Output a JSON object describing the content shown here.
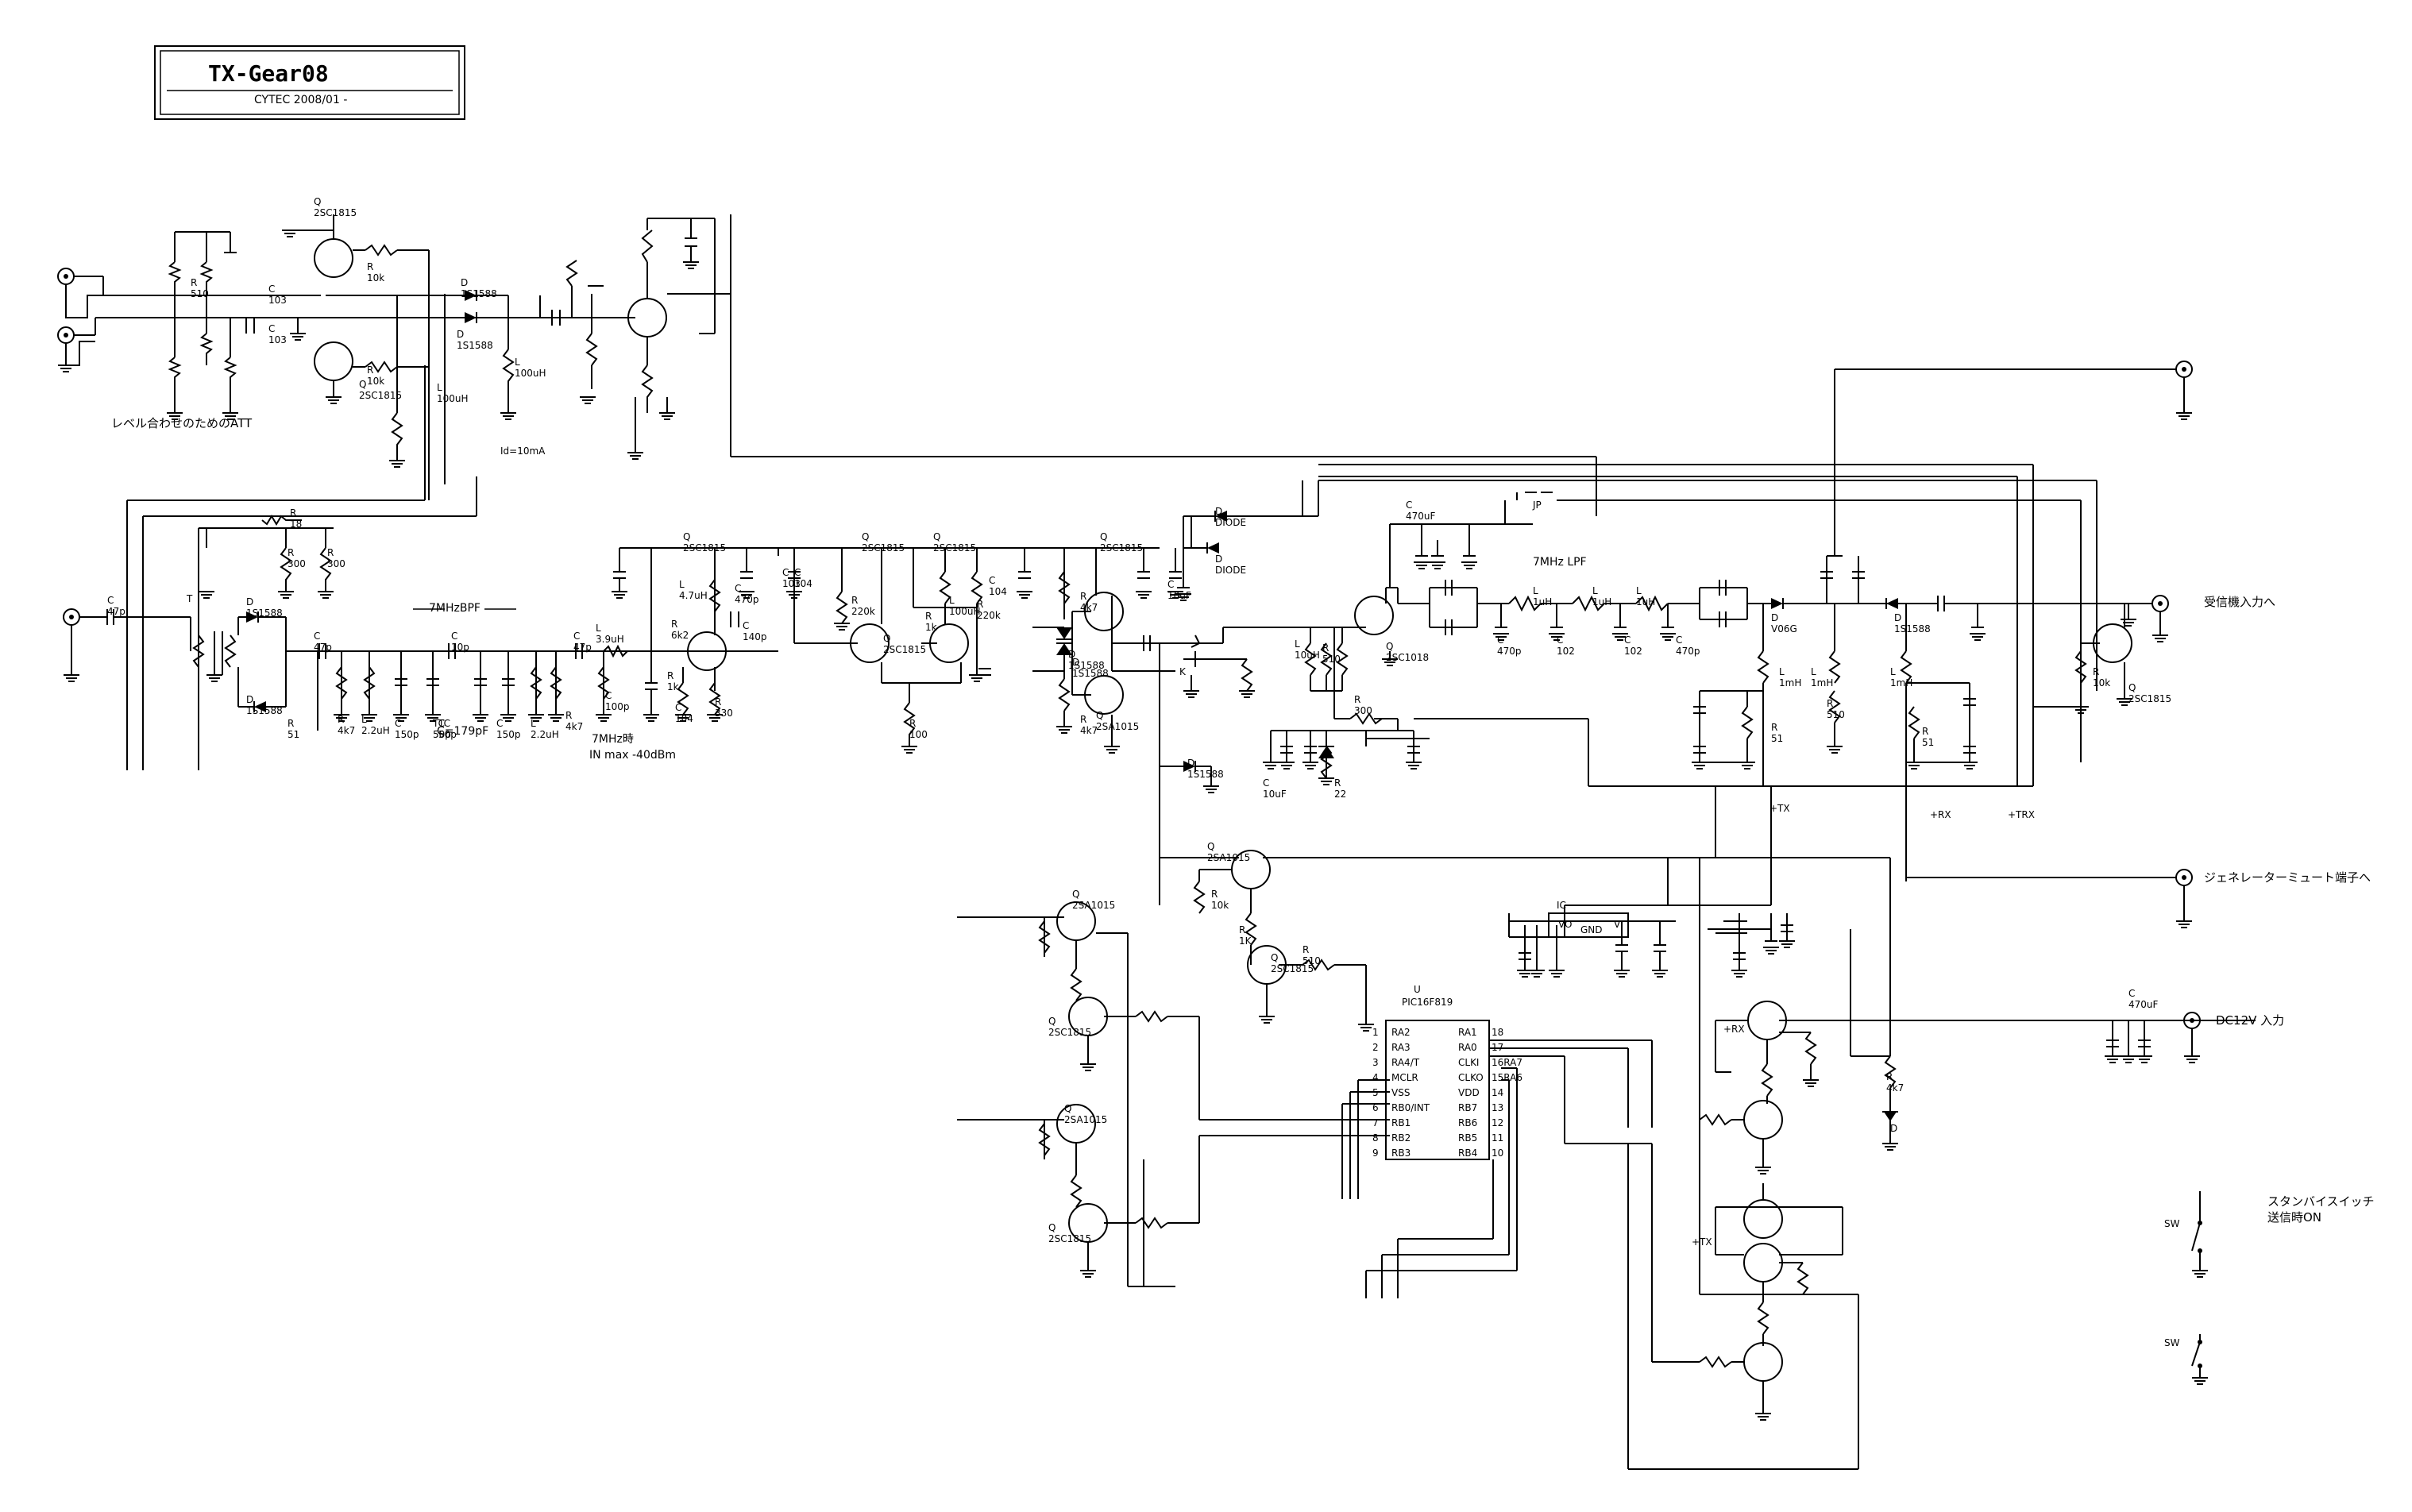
{
  "title_block": {
    "title": "TX-Gear08",
    "subtitle": "CYTEC  2008/01 -"
  },
  "annotations": {
    "att_note": "レベル合わせのためのATT",
    "id_note": "Id=10mA",
    "bpf_label": "7MHzBPF",
    "bpf_c": "C=179pF",
    "in_note_1": "7MHz時",
    "in_note_2": "IN max -40dBm",
    "lpf_label": "7MHz LPF"
  },
  "connectors": {
    "rx_in": "受信機入力へ",
    "gen_mute": "ジェネレーターミュート端子へ",
    "dc_in": "DC12V  入力",
    "standby_1": "スタンバイスイッチ",
    "standby_2": "送信時ON"
  },
  "rails": {
    "tx": "+TX",
    "rx": "+RX",
    "trx": "+TRX",
    "rx2": "+RX",
    "tx2": "+TX"
  },
  "ic": {
    "pic_ref": "U",
    "pic_name": "PIC16F819",
    "reg_ref": "IC",
    "reg_vo": "VO",
    "reg_gnd": "GND",
    "reg_vi": "VI",
    "left_pins": [
      "RA2",
      "RA3",
      "RA4/T",
      "MCLR",
      "VSS",
      "RB0/INT",
      "RB1",
      "RB2",
      "RB3"
    ],
    "left_nums": [
      "1",
      "2",
      "3",
      "4",
      "5",
      "6",
      "7",
      "8",
      "9"
    ],
    "right_pins": [
      "RA1",
      "RA0",
      "CLKI",
      "CLKO",
      "VDD",
      "RB7",
      "RB6",
      "RB5",
      "RB4"
    ],
    "right_nums": [
      "18",
      "17",
      "16RA7",
      "15RA6",
      "14",
      "13",
      "12",
      "11",
      "10"
    ]
  },
  "components": [
    {
      "t": "Q",
      "v": "2SC1815"
    },
    {
      "t": "Q",
      "v": "2SC1815"
    },
    {
      "t": "Q",
      "v": "2SC1815"
    },
    {
      "t": "D",
      "v": "1S1588"
    },
    {
      "t": "D",
      "v": "1S1588"
    },
    {
      "t": "R",
      "v": "510"
    },
    {
      "t": "R",
      "v": "10k"
    },
    {
      "t": "R",
      "v": "10k"
    },
    {
      "t": "C",
      "v": "103"
    },
    {
      "t": "C",
      "v": "103"
    },
    {
      "t": "L",
      "v": "100uH"
    },
    {
      "t": "L",
      "v": "100uH"
    },
    {
      "t": "R",
      "v": "18"
    },
    {
      "t": "R",
      "v": "300"
    },
    {
      "t": "R",
      "v": "300"
    },
    {
      "t": "C",
      "v": "47p"
    },
    {
      "t": "T",
      "v": ""
    },
    {
      "t": "D",
      "v": "1S1588"
    },
    {
      "t": "D",
      "v": "1S1588"
    },
    {
      "t": "C",
      "v": "47p"
    },
    {
      "t": "C",
      "v": "10p"
    },
    {
      "t": "C",
      "v": "47p"
    },
    {
      "t": "L",
      "v": "3.9uH"
    },
    {
      "t": "R",
      "v": "4k7"
    },
    {
      "t": "R",
      "v": "51"
    },
    {
      "t": "L",
      "v": "2.2uH"
    },
    {
      "t": "C",
      "v": "150p"
    },
    {
      "t": "TC",
      "v": "50p"
    },
    {
      "t": "TC",
      "v": "50p"
    },
    {
      "t": "C",
      "v": "150p"
    },
    {
      "t": "L",
      "v": "2.2uH"
    },
    {
      "t": "R",
      "v": "4k7"
    },
    {
      "t": "C",
      "v": "100p"
    },
    {
      "t": "Q",
      "v": "2SC1815"
    },
    {
      "t": "L",
      "v": "4.7uH"
    },
    {
      "t": "R",
      "v": "6k2"
    },
    {
      "t": "R",
      "v": "1k"
    },
    {
      "t": "C",
      "v": "104"
    },
    {
      "t": "R",
      "v": "330"
    },
    {
      "t": "C",
      "v": "470p"
    },
    {
      "t": "C",
      "v": "140p"
    },
    {
      "t": "C",
      "v": "103"
    },
    {
      "t": "C",
      "v": "104"
    },
    {
      "t": "Q",
      "v": "2SC1815"
    },
    {
      "t": "R",
      "v": "220k"
    },
    {
      "t": "Q",
      "v": "2SC1815"
    },
    {
      "t": "R",
      "v": "1k"
    },
    {
      "t": "L",
      "v": "100uH"
    },
    {
      "t": "R",
      "v": "220k"
    },
    {
      "t": "R",
      "v": "100"
    },
    {
      "t": "C",
      "v": "104"
    },
    {
      "t": "Q",
      "v": "2SC1815"
    },
    {
      "t": "R",
      "v": "4k7"
    },
    {
      "t": "D",
      "v": "1S1588"
    },
    {
      "t": "D",
      "v": "1S1588"
    },
    {
      "t": "R",
      "v": "4k7"
    },
    {
      "t": "Q",
      "v": "2SA1015"
    },
    {
      "t": "C",
      "v": "10uF"
    },
    {
      "t": "D",
      "v": "DIODE"
    },
    {
      "t": "D",
      "v": "DIODE"
    },
    {
      "t": "K",
      "v": ""
    },
    {
      "t": "D",
      "v": "1S1588"
    },
    {
      "t": "L",
      "v": "10uH"
    },
    {
      "t": "R",
      "v": "510"
    },
    {
      "t": "Q",
      "v": "2SC1018"
    },
    {
      "t": "C",
      "v": "470uF"
    },
    {
      "t": "JP",
      "v": ""
    },
    {
      "t": "L",
      "v": "1uH"
    },
    {
      "t": "L",
      "v": "1uH"
    },
    {
      "t": "L",
      "v": "1uH"
    },
    {
      "t": "C",
      "v": "470p"
    },
    {
      "t": "C",
      "v": "102"
    },
    {
      "t": "C",
      "v": "102"
    },
    {
      "t": "C",
      "v": "470p"
    },
    {
      "t": "D",
      "v": "V06G"
    },
    {
      "t": "L",
      "v": "1mH"
    },
    {
      "t": "L",
      "v": "1mH"
    },
    {
      "t": "L",
      "v": "1mH"
    },
    {
      "t": "R",
      "v": "51"
    },
    {
      "t": "R",
      "v": "51"
    },
    {
      "t": "R",
      "v": "510"
    },
    {
      "t": "D",
      "v": "1S1588"
    },
    {
      "t": "Q",
      "v": "2SC1815"
    },
    {
      "t": "R",
      "v": "10k"
    },
    {
      "t": "R",
      "v": "300"
    },
    {
      "t": "R",
      "v": "22"
    },
    {
      "t": "C",
      "v": "10uF"
    },
    {
      "t": "Q",
      "v": "2SA1015"
    },
    {
      "t": "R",
      "v": "10k"
    },
    {
      "t": "R",
      "v": "1K"
    },
    {
      "t": "Q",
      "v": "2SC1815"
    },
    {
      "t": "R",
      "v": "510"
    },
    {
      "t": "Q",
      "v": "2SA1015"
    },
    {
      "t": "Q",
      "v": "2SC1815"
    },
    {
      "t": "Q",
      "v": "2SA1015"
    },
    {
      "t": "Q",
      "v": "2SC1815"
    },
    {
      "t": "C",
      "v": "470uF"
    },
    {
      "t": "R",
      "v": "4k7"
    },
    {
      "t": "D",
      "v": ""
    },
    {
      "t": "SW",
      "v": ""
    },
    {
      "t": "SW",
      "v": ""
    }
  ]
}
